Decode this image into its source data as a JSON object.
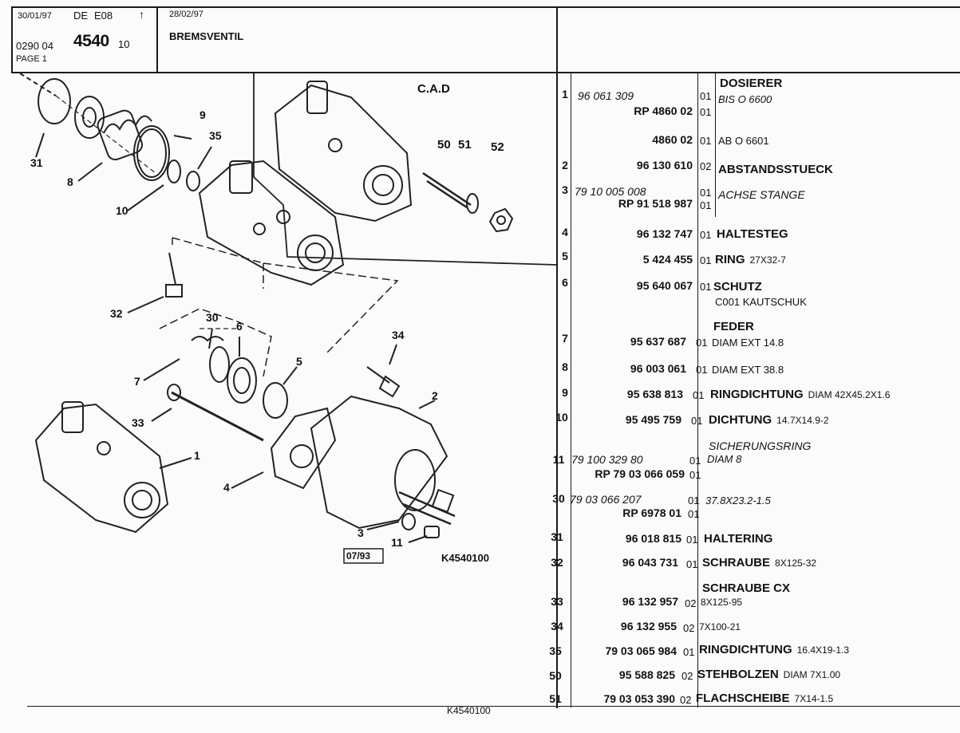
{
  "header": {
    "date1": "30/01/97",
    "lang": "DE",
    "code": "E08",
    "ref_prefix": "0290 04",
    "ref_main": "4540",
    "ref_suffix": "10",
    "page": "PAGE 1",
    "date2": "28/02/97",
    "title": "BREMSVENTIL"
  },
  "diagram": {
    "cad_label": "C.A.D",
    "date_box": "07/93",
    "ref_code": "K4540100",
    "bottom_code": "K4540100",
    "callouts": [
      "31",
      "8",
      "10",
      "9",
      "35",
      "50",
      "51",
      "52",
      "32",
      "30",
      "6",
      "7",
      "5",
      "34",
      "2",
      "33",
      "1",
      "4",
      "3",
      "11"
    ]
  },
  "parts": [
    {
      "num": "1",
      "pn": "96 061 309",
      "qty": "01",
      "desc": "DOSIERER",
      "sub": ""
    },
    {
      "num": "",
      "pn": "RP 4860 02",
      "qty": "01",
      "desc": "BIS O 6600",
      "sub": ""
    },
    {
      "num": "",
      "pn": "4860 02",
      "qty": "01",
      "desc": "AB O 6601",
      "sub": ""
    },
    {
      "num": "2",
      "pn": "96 130 610",
      "qty": "02",
      "desc": "ABSTANDSSTUECK",
      "sub": ""
    },
    {
      "num": "3",
      "pn": "79 10 005 008",
      "qty": "01",
      "desc": "ACHSE STANGE",
      "sub": ""
    },
    {
      "num": "",
      "pn": "RP 91 518 987",
      "qty": "01",
      "desc": "",
      "sub": ""
    },
    {
      "num": "4",
      "pn": "96 132 747",
      "qty": "01",
      "desc": "HALTESTEG",
      "sub": ""
    },
    {
      "num": "5",
      "pn": "5 424 455",
      "qty": "01",
      "desc": "RING",
      "sub": "27X32-7"
    },
    {
      "num": "6",
      "pn": "95 640 067",
      "qty": "01",
      "desc": "SCHUTZ",
      "sub": ""
    },
    {
      "num": "",
      "pn": "",
      "qty": "",
      "desc": "C001 KAUTSCHUK",
      "sub": ""
    },
    {
      "num": "",
      "pn": "",
      "qty": "",
      "desc": "FEDER",
      "sub": ""
    },
    {
      "num": "7",
      "pn": "95 637 687",
      "qty": "01",
      "desc": "DIAM EXT 14.8",
      "sub": ""
    },
    {
      "num": "8",
      "pn": "96 003 061",
      "qty": "01",
      "desc": "DIAM EXT 38.8",
      "sub": ""
    },
    {
      "num": "9",
      "pn": "95 638 813",
      "qty": "01",
      "desc": "RINGDICHTUNG",
      "sub": "DIAM 42X45.2X1.6"
    },
    {
      "num": "10",
      "pn": "95 495 759",
      "qty": "01",
      "desc": "DICHTUNG",
      "sub": "14.7X14.9-2"
    },
    {
      "num": "",
      "pn": "",
      "qty": "",
      "desc": "SICHERUNGSRING",
      "sub": ""
    },
    {
      "num": "11",
      "pn": "79 100 329 80",
      "qty": "01",
      "desc": "DIAM 8",
      "sub": ""
    },
    {
      "num": "",
      "pn": "RP 79 03 066 059",
      "qty": "01",
      "desc": "",
      "sub": ""
    },
    {
      "num": "30",
      "pn": "79 03 066 207",
      "qty": "01",
      "desc": "37.8X23.2-1.5",
      "sub": ""
    },
    {
      "num": "",
      "pn": "RP 6978 01",
      "qty": "01",
      "desc": "",
      "sub": ""
    },
    {
      "num": "31",
      "pn": "96 018 815",
      "qty": "01",
      "desc": "HALTERING",
      "sub": ""
    },
    {
      "num": "32",
      "pn": "96 043 731",
      "qty": "01",
      "desc": "SCHRAUBE",
      "sub": "8X125-32"
    },
    {
      "num": "",
      "pn": "",
      "qty": "",
      "desc": "SCHRAUBE CX",
      "sub": ""
    },
    {
      "num": "33",
      "pn": "96 132 957",
      "qty": "02",
      "desc": "8X125-95",
      "sub": ""
    },
    {
      "num": "34",
      "pn": "96 132 955",
      "qty": "02",
      "desc": "7X100-21",
      "sub": ""
    },
    {
      "num": "35",
      "pn": "79 03 065 984",
      "qty": "01",
      "desc": "RINGDICHTUNG",
      "sub": "16.4X19-1.3"
    },
    {
      "num": "50",
      "pn": "95 588 825",
      "qty": "02",
      "desc": "STEHBOLZEN",
      "sub": "DIAM 7X1.00"
    },
    {
      "num": "51",
      "pn": "79 03 053 390",
      "qty": "02",
      "desc": "FLACHSCHEIBE",
      "sub": "7X14-1.5"
    }
  ]
}
